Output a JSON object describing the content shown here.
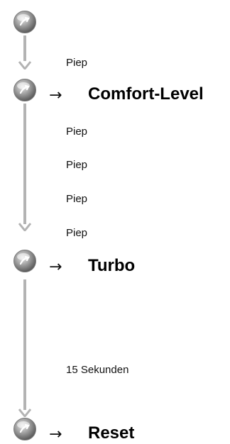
{
  "sequence": {
    "beep_first": "Piep",
    "mode_1": {
      "arrow": "→",
      "label": "Comfort-Level"
    },
    "beeps": [
      "Piep",
      "Piep",
      "Piep",
      "Piep"
    ],
    "mode_2": {
      "arrow": "→",
      "label": "Turbo"
    },
    "duration": "15 Sekunden",
    "mode_3": {
      "arrow": "→",
      "label": "Reset"
    }
  },
  "colors": {
    "arrow": "#b3b3b3",
    "button_dark": "#5a5a5a",
    "button_light": "#d9d9d9"
  },
  "icons": [
    "button-icon",
    "down-arrow-icon"
  ]
}
